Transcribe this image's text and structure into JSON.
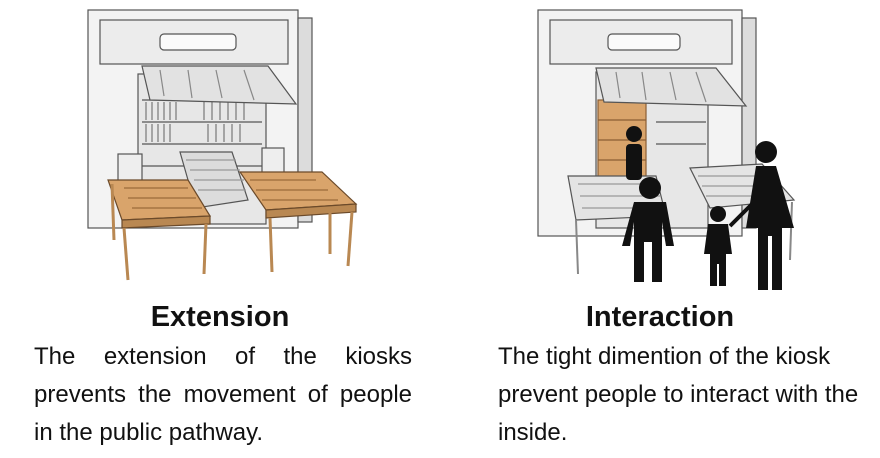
{
  "panels": [
    {
      "title": "Extension",
      "description": "The extension of the kiosks prevents the movement of people in the public pathway.",
      "illustration_icon": "kiosk-extended-tables-icon"
    },
    {
      "title": "Interaction",
      "description": "The tight dimention of the kiosk prevent people to interact with the inside.",
      "illustration_icon": "kiosk-people-interaction-icon"
    }
  ],
  "colors": {
    "kiosk_body": "#f2f2f2",
    "kiosk_outline": "#555555",
    "wood": "#d9a46b",
    "people": "#111111",
    "text": "#111111"
  }
}
